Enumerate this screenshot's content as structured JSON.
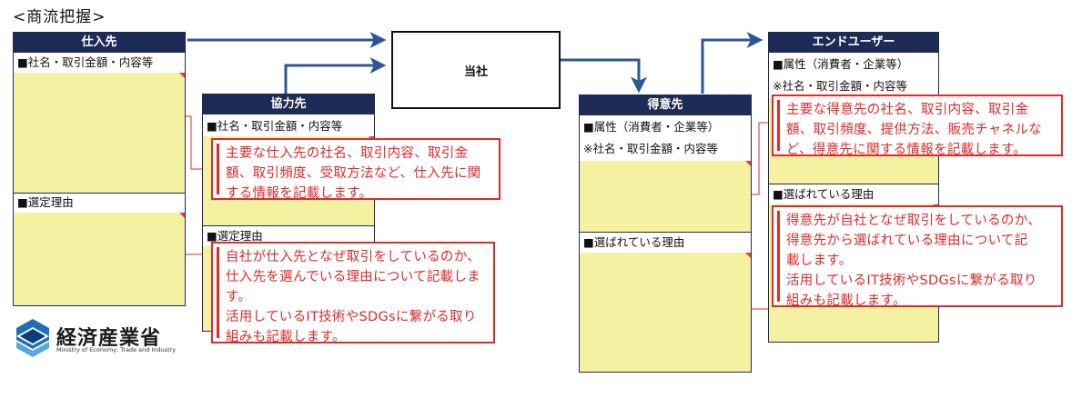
{
  "title": "<商流把握>",
  "company": "当社",
  "supplier": {
    "header": "仕入先",
    "section1": "■社名・取引金額・内容等",
    "section2": "■選定理由"
  },
  "partner": {
    "header": "協力先",
    "section1": "■社名・取引金額・内容等",
    "section2": "■選定理由"
  },
  "customer": {
    "header": "得意先",
    "section1_a": "■属性（消費者・企業等）",
    "section1_b": "※社名・取引金額・内容等",
    "section2": "■選ばれている理由"
  },
  "enduser": {
    "header": "エンドユーザー",
    "section1_a": "■属性（消費者・企業等）",
    "section1_b": "※社名・取引金額・内容等",
    "section2": "■選ばれている理由"
  },
  "callouts": {
    "supplier_info": [
      "主要な仕入先の社名、取引内容、取引金",
      "額、取引頻度、受取方法など、仕入先に関",
      "する情報を記載します。"
    ],
    "supplier_reason": [
      "自社が仕入先となぜ取引をしているのか、",
      "仕入先を選んでいる理由について記載しま",
      "す。",
      "活用しているIT技術やSDGsに繋がる取り",
      "組みも記載します。"
    ],
    "customer_info": [
      "主要な得意先の社名、取引内容、取引金",
      "額、取引頻度、提供方法、販売チャネルな",
      "ど、得意先に関する情報を記載します。"
    ],
    "customer_reason": [
      "得意先が自社となぜ取引をしているのか、",
      "得意先から選ばれている理由について記",
      "載します。",
      "活用しているIT技術やSDGsに繋がる取り",
      "組みも記載します。"
    ]
  },
  "logo": {
    "name": "経済産業省",
    "sub": "Ministry of Economy, Trade and Industry"
  },
  "colors": {
    "header_navy": "#1f2b57",
    "arrow_blue": "#2f5597",
    "callout_red": "#e02a2a",
    "note_yellow": "#f4f1a0"
  }
}
